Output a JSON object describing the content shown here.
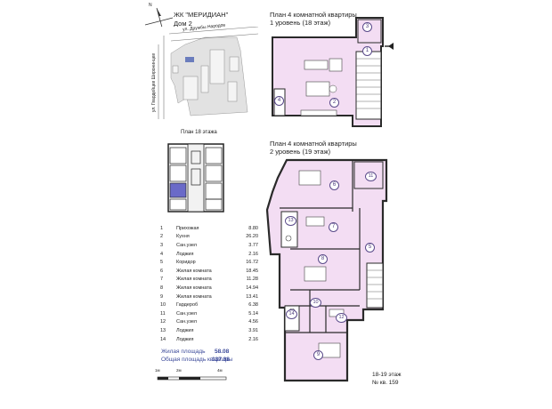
{
  "project": {
    "title": "ЖК \"МЕРИДИАН\"",
    "house": "Дом 2"
  },
  "site_map": {
    "street_top": "ул. Дружбы Народов",
    "street_left": "ул. Гвардейцев Широнинцев"
  },
  "compass": {
    "north": "N"
  },
  "level1": {
    "title_line1": "План 4 комнатной квартиры",
    "title_line2": "1 уровень (18 этаж)"
  },
  "level2": {
    "title_line1": "План 4 комнатной квартиры",
    "title_line2": "2 уровень (19 этаж)"
  },
  "floor_plan_title": "План 18 этажа",
  "rooms": [
    {
      "num": "1",
      "name": "Прихожая",
      "area": "8.80"
    },
    {
      "num": "2",
      "name": "Кухня",
      "area": "26.20"
    },
    {
      "num": "3",
      "name": "Сан.узел",
      "area": "3.77"
    },
    {
      "num": "4",
      "name": "Лоджия",
      "area": "2.16"
    },
    {
      "num": "5",
      "name": "Коридор",
      "area": "16.72"
    },
    {
      "num": "6",
      "name": "Жилая комната",
      "area": "18.45"
    },
    {
      "num": "7",
      "name": "Жилая комната",
      "area": "11.28"
    },
    {
      "num": "8",
      "name": "Жилая комната",
      "area": "14.94"
    },
    {
      "num": "9",
      "name": "Жилая комната",
      "area": "13.41"
    },
    {
      "num": "10",
      "name": "Гардероб",
      "area": "6.38"
    },
    {
      "num": "11",
      "name": "Сан.узел",
      "area": "5.14"
    },
    {
      "num": "12",
      "name": "Сан.узел",
      "area": "4.56"
    },
    {
      "num": "13",
      "name": "Лоджия",
      "area": "3.91"
    },
    {
      "num": "14",
      "name": "Лоджия",
      "area": "2.16"
    }
  ],
  "totals": {
    "living_label": "Жилая площадь",
    "living_value": "58.08",
    "total_label": "Общая площадь квартиры",
    "total_value": "137.38"
  },
  "scale": {
    "labels": [
      "1м",
      "2м",
      "4м"
    ]
  },
  "footer": {
    "floor": "18-19  этаж",
    "apartment": "№ кв. 159"
  },
  "plan_labels": [
    "1",
    "2",
    "3",
    "4",
    "5",
    "6",
    "7",
    "8",
    "9",
    "10",
    "11",
    "12",
    "13",
    "14"
  ],
  "colors": {
    "room_fill": "#f3ddf3",
    "wall": "#2a2a2a",
    "accent_blue": "#3c4a9a",
    "highlight": "#6a6ac8"
  }
}
